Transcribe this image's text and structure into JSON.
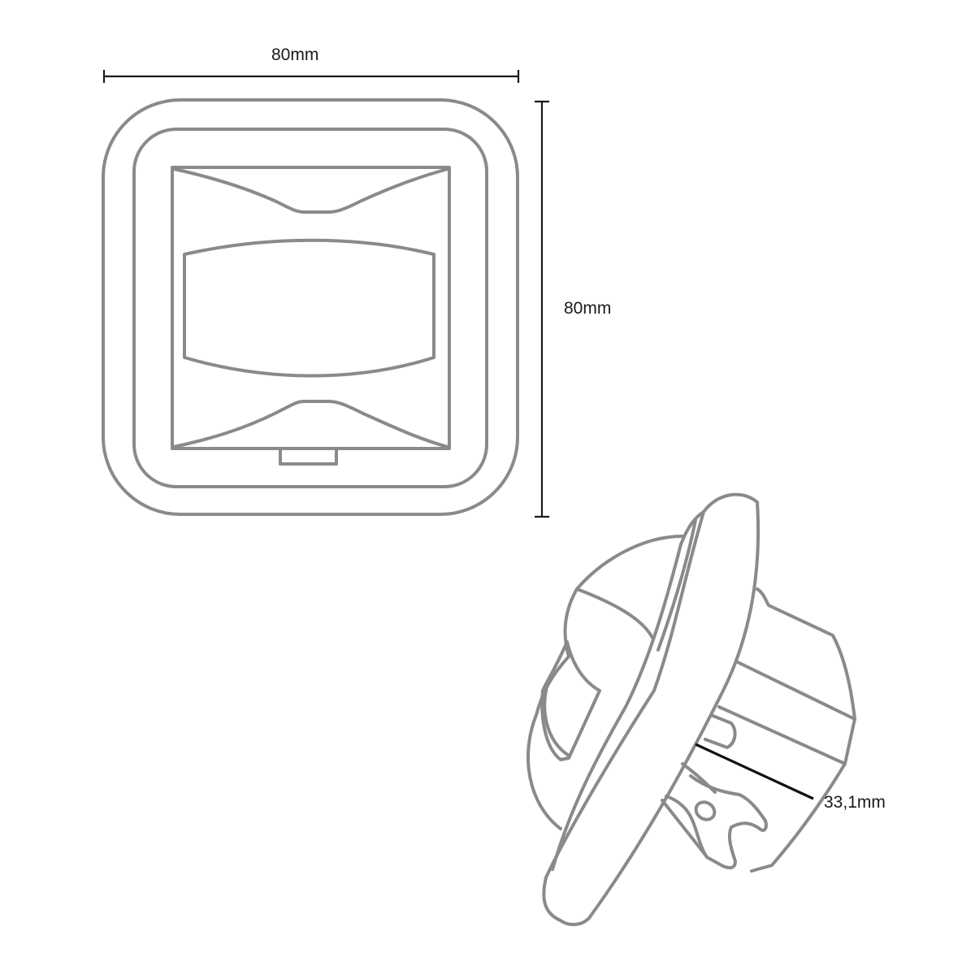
{
  "diagram": {
    "type": "technical-dimension-drawing",
    "subject": "wall-mounted motion sensor",
    "stroke_color": "#8a8a8a",
    "dimension_line_color": "#1a1a1a",
    "views": [
      {
        "name": "front-view",
        "dimensions": {
          "width_label": "80mm",
          "height_label": "80mm"
        }
      },
      {
        "name": "side-perspective-view",
        "dimensions": {
          "depth_label": "33,1mm"
        }
      }
    ]
  },
  "labels": {
    "width": "80mm",
    "height": "80mm",
    "depth": "33,1mm"
  }
}
